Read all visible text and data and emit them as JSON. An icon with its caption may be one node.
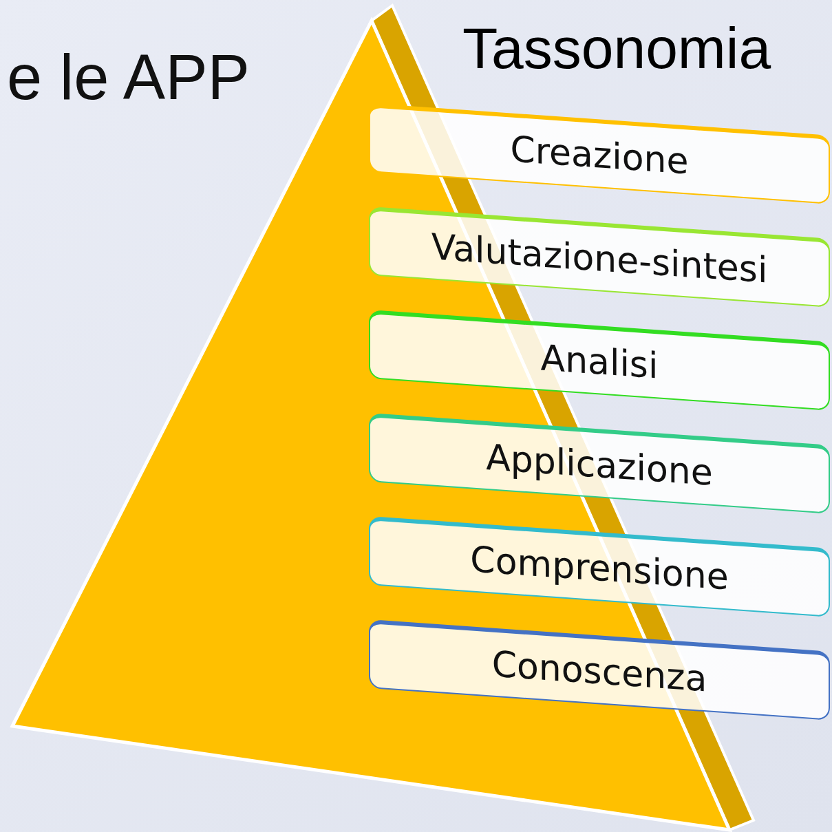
{
  "diagram": {
    "title": "Tassonomia",
    "nodes": [
      {
        "text": [
          "Creazione"
        ]
      },
      {
        "text": [
          "Valutazione-sintesi"
        ]
      },
      {
        "text": [
          "Analisi"
        ]
      },
      {
        "text": [
          "Applicazione"
        ]
      },
      {
        "text": [
          "Comprensione"
        ]
      },
      {
        "text": [
          "Conoscenza"
        ]
      }
    ],
    "labels": [
      "e le APP"
    ]
  }
}
